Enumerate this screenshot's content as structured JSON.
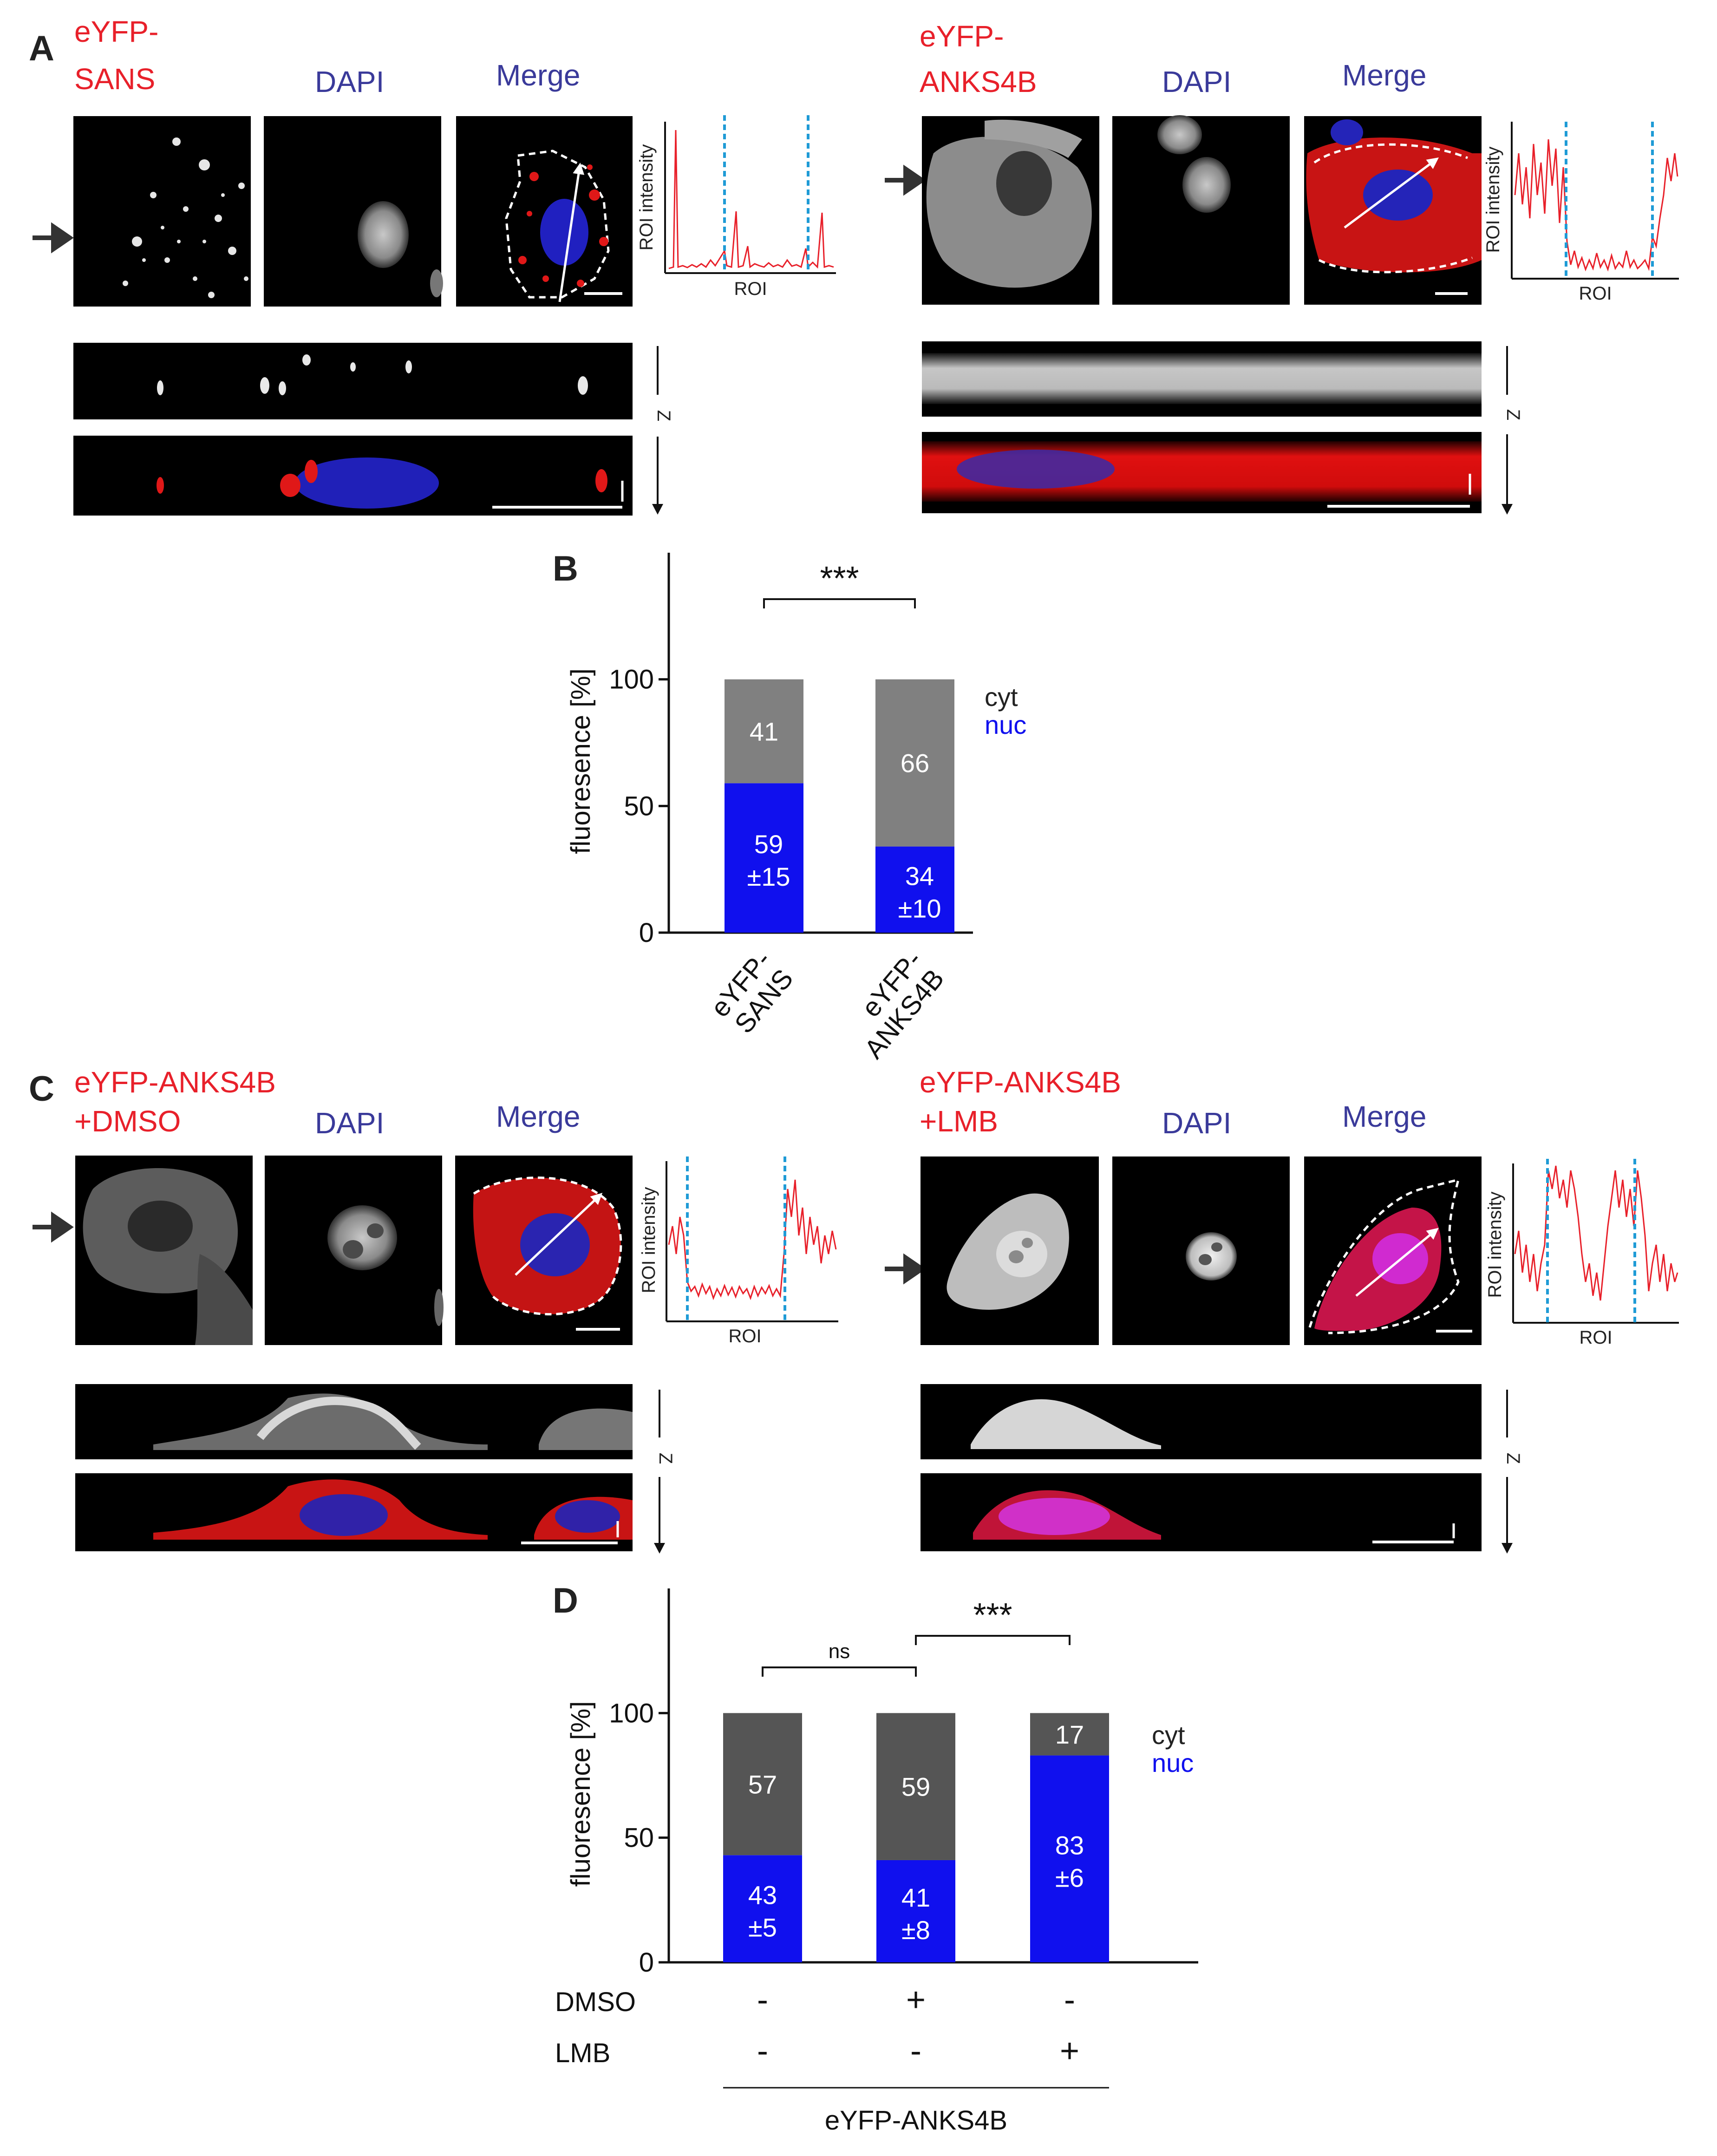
{
  "panels": {
    "A": {
      "letter": "A",
      "left": {
        "label1": "eYFP-",
        "label2": "SANS",
        "dapi": "DAPI",
        "merge": "Merge",
        "plot_ylabel": "ROI intensity",
        "plot_xlabel": "ROI",
        "z": "Z"
      },
      "right": {
        "label1": "eYFP-",
        "label2": "ANKS4B",
        "dapi": "DAPI",
        "merge": "Merge",
        "plot_ylabel": "ROI intensity",
        "plot_xlabel": "ROI",
        "z": "Z"
      }
    },
    "C": {
      "letter": "C",
      "left": {
        "label1": "eYFP-ANKS4B",
        "label2": "+DMSO",
        "dapi": "DAPI",
        "merge": "Merge",
        "plot_ylabel": "ROI intensity",
        "plot_xlabel": "ROI",
        "z": "Z"
      },
      "right": {
        "label1": "eYFP-ANKS4B",
        "label2": "+LMB",
        "dapi": "DAPI",
        "merge": "Merge",
        "plot_ylabel": "ROI intensity",
        "plot_xlabel": "ROI",
        "z": "Z"
      }
    },
    "B": {
      "letter": "B"
    },
    "D": {
      "letter": "D"
    }
  },
  "colors": {
    "cyt_B": "#808080",
    "cyt_D": "#555555",
    "nuc": "#1010ee",
    "red_label": "#e8202a",
    "dapi_label": "#3a3a9a",
    "roi_line": "#e8202a",
    "roi_dash": "#1f9bd6"
  },
  "chart_data": [
    {
      "id": "B",
      "type": "bar",
      "stacked": true,
      "categories": [
        "eYFP-SANS",
        "eYFP-ANKS4B"
      ],
      "category_lines": [
        [
          "eYFP-",
          "SANS"
        ],
        [
          "eYFP-",
          "ANKS4B"
        ]
      ],
      "series": [
        {
          "name": "nuc",
          "values": [
            59,
            34
          ],
          "labels": [
            "59",
            "34"
          ],
          "errors": [
            "±15",
            "±10"
          ]
        },
        {
          "name": "cyt",
          "values": [
            41,
            66
          ],
          "labels": [
            "41",
            "66"
          ]
        }
      ],
      "ylabel": "fluoresence [%]",
      "yticks": [
        0,
        50,
        100
      ],
      "ylim": [
        0,
        150
      ],
      "legend": [
        "cyt",
        "nuc"
      ],
      "significance": [
        {
          "from": 0,
          "to": 1,
          "label": "***"
        }
      ]
    },
    {
      "id": "D",
      "type": "bar",
      "stacked": true,
      "categories": [
        "DMSO-/LMB-",
        "DMSO+/LMB-",
        "DMSO-/LMB+"
      ],
      "series": [
        {
          "name": "nuc",
          "values": [
            43,
            41,
            83
          ],
          "labels": [
            "43",
            "41",
            "83"
          ],
          "errors": [
            "±5",
            "±8",
            "±6"
          ]
        },
        {
          "name": "cyt",
          "values": [
            57,
            59,
            17
          ],
          "labels": [
            "57",
            "59",
            "17"
          ]
        }
      ],
      "ylabel": "fluoresence [%]",
      "yticks": [
        0,
        50,
        100
      ],
      "ylim": [
        0,
        150
      ],
      "legend": [
        "cyt",
        "nuc"
      ],
      "significance": [
        {
          "from": 0,
          "to": 1,
          "label": "ns"
        },
        {
          "from": 1,
          "to": 2,
          "label": "***"
        }
      ],
      "treatment_rows": [
        {
          "name": "DMSO",
          "signs": [
            "-",
            "+",
            "-"
          ]
        },
        {
          "name": "LMB",
          "signs": [
            "-",
            "-",
            "+"
          ]
        }
      ],
      "group_label": "eYFP-ANKS4B"
    }
  ]
}
